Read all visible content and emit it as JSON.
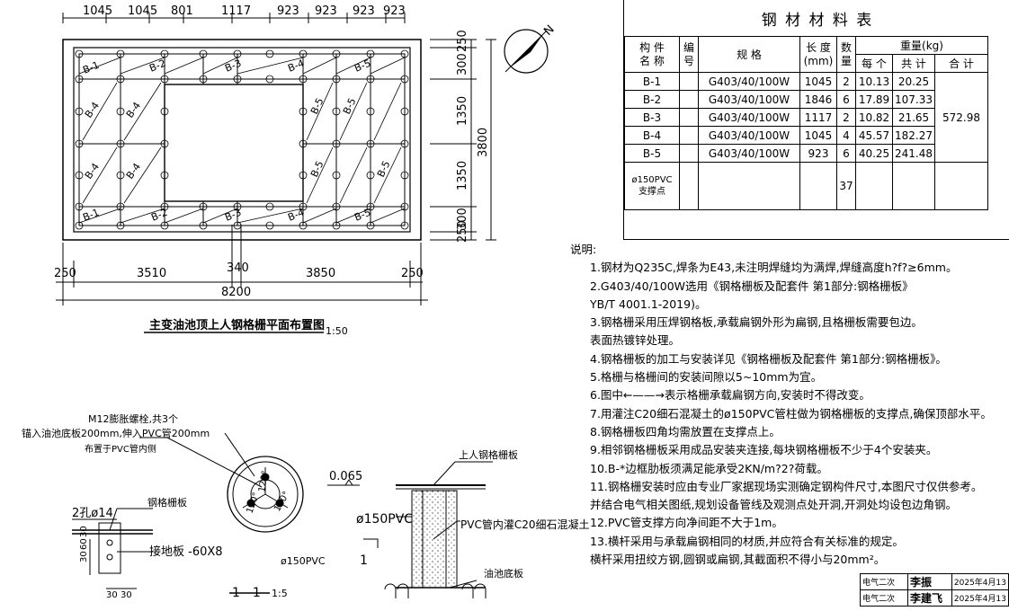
{
  "plan": {
    "top_dims": [
      "1045",
      "1045",
      "801",
      "1117",
      "923",
      "923",
      "923",
      "923"
    ],
    "right_dims": [
      "250",
      "300",
      "1350",
      "1350",
      "300",
      "250"
    ],
    "right_total": "3800",
    "bottom_dims": [
      "250",
      "3510",
      "340",
      "3850",
      "250"
    ],
    "bottom_total": "8200",
    "title": "主变油池顶上人钢格栅平面布置图",
    "scale": "1:50",
    "panel_labels": {
      "b1_top": "B-1",
      "b2_top": "B-2",
      "b3_top": "B-3",
      "b4_top": "B-4",
      "b5_top": "B-5",
      "b4_a": "B-4",
      "b4_b": "B-4",
      "b4_c": "B-4",
      "b4_d": "B-4",
      "b5_a": "B-5",
      "b5_b": "B-5",
      "b5_c": "B-5",
      "b5_d": "B-5",
      "b1_bot": "B-1",
      "b2_bot": "B-2",
      "b3_bot": "B-3",
      "b4_bot": "B-4",
      "b5_bot": "B-5"
    }
  },
  "compass": {
    "label": "N"
  },
  "table": {
    "title": "钢 材 材 料 表",
    "headers": {
      "name": "构 件\n名 称",
      "no": "编\n号",
      "spec": "规     格",
      "length": "长 度\n(mm)",
      "qty": "数\n量",
      "weight": "重量(kg)",
      "each": "每 个",
      "total": "共 计",
      "sum": "合 计"
    },
    "rows": [
      {
        "name": "B-1",
        "spec": "G403/40/100W",
        "length": "1045",
        "qty": "2",
        "each": "10.13",
        "total": "20.25"
      },
      {
        "name": "B-2",
        "spec": "G403/40/100W",
        "length": "1846",
        "qty": "6",
        "each": "17.89",
        "total": "107.33"
      },
      {
        "name": "B-3",
        "spec": "G403/40/100W",
        "length": "1117",
        "qty": "2",
        "each": "10.82",
        "total": "21.65"
      },
      {
        "name": "B-4",
        "spec": "G403/40/100W",
        "length": "1045",
        "qty": "4",
        "each": "45.57",
        "total": "182.27"
      },
      {
        "name": "B-5",
        "spec": "G403/40/100W",
        "length": "923",
        "qty": "6",
        "each": "40.25",
        "total": "241.48"
      }
    ],
    "grand_total": "572.98",
    "pvc_row": {
      "name": "ø150PVC\n支撑点",
      "qty": "37"
    }
  },
  "notes": {
    "heading": "说明:",
    "lines": [
      "1.钢材为Q235C,焊条为E43,未注明焊缝均为满焊,焊缝高度h?f?≥6mm。",
      "2.G403/40/100W选用《钢格栅板及配套件 第1部分:钢格栅板》",
      "  YB/T 4001.1-2019)。",
      "3.钢格栅采用压焊钢格板,承载扁钢外形为扁钢,且格栅板需要包边。",
      "  表面热镀锌处理。",
      "4.钢格栅板的加工与安装详见《钢格栅板及配套件 第1部分:钢格栅板》。",
      "5.格栅与格栅间的安装间隙以5~10mm为宜。",
      "6.图中←——→表示格栅承载扁钢方向,安装时不得改变。",
      "7.用灌注C20细石混凝土的ø150PVC管柱做为钢格栅板的支撑点,确保顶部水平。",
      "8.钢格栅板四角均需放置在支撑点上。",
      "9.相邻钢格栅板采用成品安装夹连接,每块钢格栅板不少于4个安装夹。",
      "10.B-*边框肋板须满足能承受2KN/m?2?荷载。",
      "11.钢格栅安装时应由专业厂家据现场实测确定钢构件尺寸,本图尺寸仅供参考。",
      "  并结合电气相关图纸,规划设备管线及观测点处开洞,开洞处均设包边角钢。",
      "12.PVC管支撑方向净间距不大于1m。",
      "13.横杆采用与承载扁钢相同的材质,并应符合有关标准的规定。",
      "  横杆采用扭绞方钢,圆钢或扁钢,其截面积不得小与20mm²。"
    ]
  },
  "detail_a": {
    "bolt_note": "M12膨胀螺栓,共3个",
    "embed_note": "锚入油池底板200mm,伸入PVC管200mm",
    "embed_note2": "布置于PVC管内侧",
    "hole_label": "2孔ø14",
    "grating_label": "钢格栅板",
    "plate_label": "接地板 -60X8",
    "dim_30a": "30",
    "dim_60": "60",
    "dim_30b": "30",
    "dim_30c": "30",
    "dim_30d": "30",
    "pipe_label": "ø150PVC",
    "angle_a": "120°",
    "angle_b": "120°",
    "angle_c": "120°",
    "section_title": "1—1",
    "section_scale": "1:5"
  },
  "detail_b": {
    "elev": "0.065",
    "pipe_label": "ø150PVC",
    "section_mark": "1",
    "top_label": "上人钢格栅板",
    "fill_label": "PVC管内灌C20细石混凝土",
    "base_label": "油池底板"
  },
  "signatures": [
    {
      "role": "电气二次",
      "name": "李振",
      "date": "2025年4月13"
    },
    {
      "role": "电气二次",
      "name": "李建飞",
      "date": "2025年4月13"
    }
  ]
}
